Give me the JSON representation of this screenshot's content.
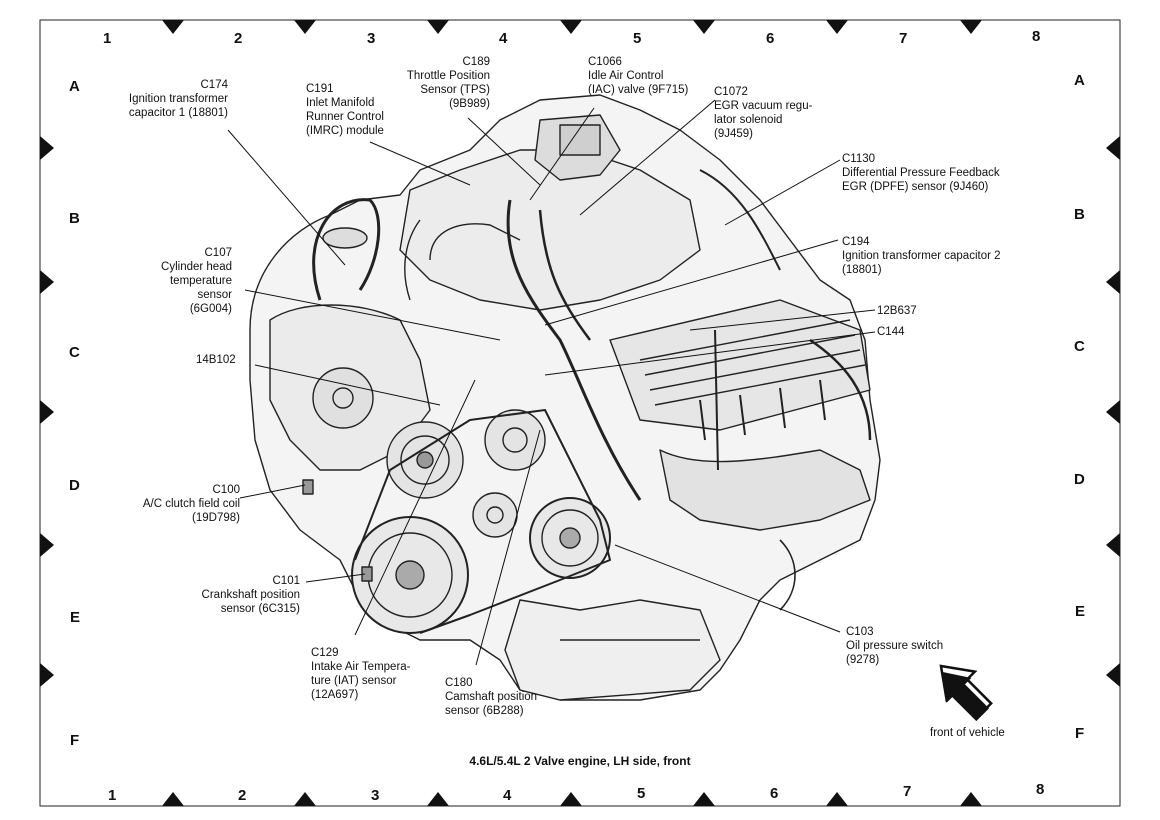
{
  "caption": "4.6L/5.4L 2 Valve engine, LH side, front",
  "front_label": "front of vehicle",
  "grid": {
    "columns": [
      "1",
      "2",
      "3",
      "4",
      "5",
      "6",
      "7",
      "8"
    ],
    "rows": [
      "A",
      "B",
      "C",
      "D",
      "E",
      "F"
    ]
  },
  "callouts": {
    "c174": "C174\nIgnition transformer\ncapacitor 1 (18801)",
    "c191": "C191\nInlet Manifold\nRunner Control\n(IMRC) module",
    "c189": "C189\nThrottle Position\nSensor (TPS)\n(9B989)",
    "c1066": "C1066\nIdle Air Control\n(IAC) valve (9F715)",
    "c1072": "C1072\nEGR vacuum regu-\nlator solenoid\n(9J459)",
    "c1130": "C1130\nDifferential Pressure Feedback\nEGR (DPFE) sensor (9J460)",
    "c194": "C194\nIgnition transformer capacitor 2\n(18801)",
    "p12b637": "12B637",
    "c144": "C144",
    "c107": "C107\nCylinder head\ntemperature\nsensor\n(6G004)",
    "p14b102": "14B102",
    "c100": "C100\nA/C clutch field coil\n(19D798)",
    "c101": "C101\nCrankshaft position\nsensor (6C315)",
    "c129": "C129\nIntake Air Tempera-\nture (IAT) sensor\n(12A697)",
    "c180": "C180\nCamshaft position\nsensor (6B288)",
    "c103": "C103\nOil pressure switch\n(9278)"
  }
}
